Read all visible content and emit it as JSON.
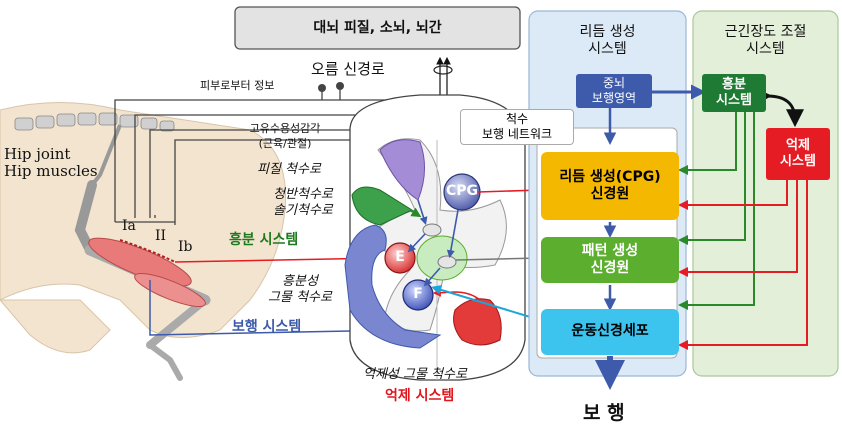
{
  "brain_box": "대뇌 피질, 소뇌, 뇌간",
  "ascending_tract": "오름 신경로",
  "skin_info": "피부로부터 정보",
  "proprioception_line1": "고유수용성감각",
  "proprioception_line2": "(근육/관절)",
  "hip_joint": "Hip joint",
  "hip_muscles": "Hip muscles",
  "fiber_ia": "Ia",
  "fiber_ii": "II",
  "fiber_ib": "Ib",
  "corticospinal": "피질 척수로",
  "rubro_line1": "청반척수로",
  "rubro_line2": "솔기척수로",
  "excitatory_system_left": "흥분 시스템",
  "excitatory_reticulo_line1": "흥분성",
  "excitatory_reticulo_line2": "그물 척수로",
  "locomotor_system_left": "보행 시스템",
  "inhibitory_reticulo": "억제성 그물 척수로",
  "inhibitory_system_left": "억제 시스템",
  "spinal_network_line1": "척수",
  "spinal_network_line2": "보행 네트워크",
  "cpg_label": "CPG",
  "neuron_e": "E",
  "neuron_f": "F",
  "walking": "보 행",
  "rhythm_panel_line1": "리듬 생성",
  "rhythm_panel_line2": "시스템",
  "tone_panel_line1": "근긴장도 조절",
  "tone_panel_line2": "시스템",
  "midbrain_line1": "중뇌",
  "midbrain_line2": "보행영역",
  "cpg_box_line1": "리듬 생성(CPG)",
  "cpg_box_line2": "신경원",
  "pattern_line1": "패턴 생성",
  "pattern_line2": "신경원",
  "motor_neuron": "운동신경세포",
  "excite_box_line1": "흥분",
  "excite_box_line2": "시스템",
  "inhibit_box_line1": "억제",
  "inhibit_box_line2": "시스템",
  "colors": {
    "rhythm_panel_bg": "#dce9f6",
    "tone_panel_bg": "#e3efd9",
    "midbrain_blue": "#3d5aab",
    "cpg_orange": "#f5b800",
    "pattern_green": "#5caf2e",
    "motor_cyan": "#3cc3ee",
    "excite_green": "#1f7a33",
    "inhibit_red": "#e61c24",
    "cortico_purple": "#8c6fc4",
    "text_green": "#1e7a1e",
    "text_blue": "#3b5aa8",
    "text_red": "#e0151d"
  }
}
